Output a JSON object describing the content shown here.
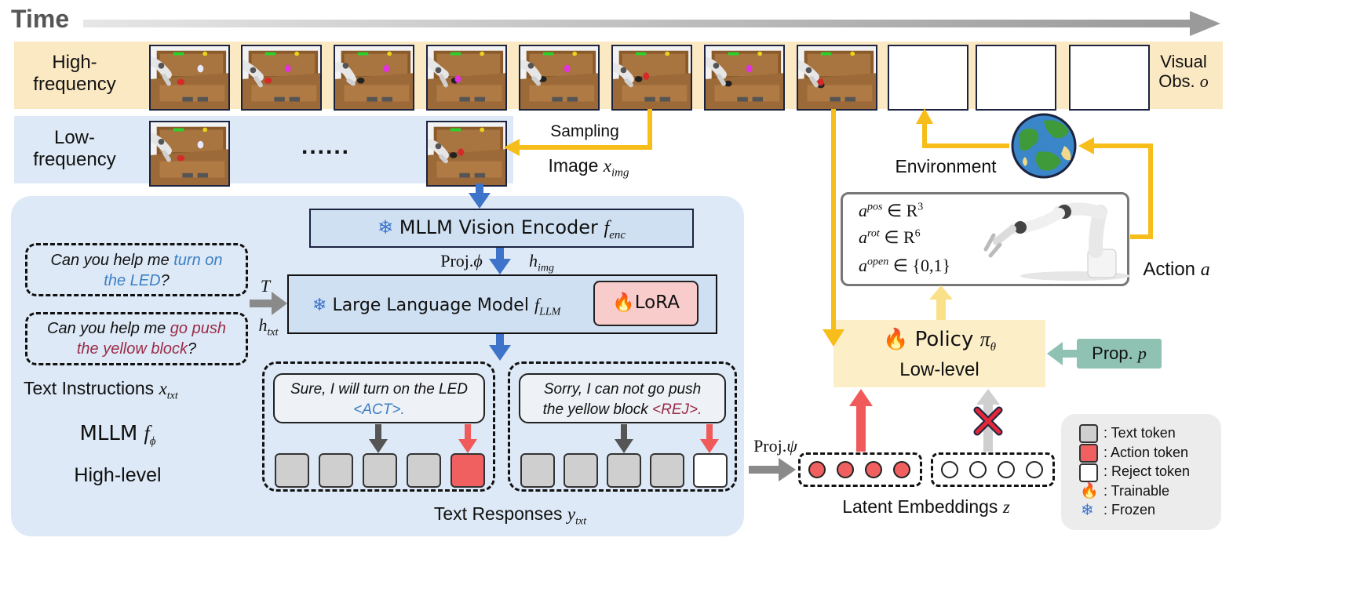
{
  "timeline": {
    "label": "Time"
  },
  "high_frequency": {
    "label_line1": "High-",
    "label_line2": "frequency",
    "frame_count": 8,
    "empty_count": 3
  },
  "visual_obs": {
    "line1": "Visual",
    "line2": "Obs.",
    "symbol": "o"
  },
  "low_frequency": {
    "label_line1": "Low-",
    "label_line2": "frequency",
    "ellipsis": "......"
  },
  "sampling": {
    "label": "Sampling",
    "image_label": "Image",
    "image_symbol": "x",
    "image_sub": "img"
  },
  "mllm": {
    "vision_encoder": "MLLM Vision Encoder",
    "vision_symbol": "f",
    "vision_sub": "enc",
    "proj_phi": "Proj.",
    "phi_symbol": "ϕ",
    "h_img": "h",
    "h_img_sub": "img",
    "llm": "Large Language Model",
    "llm_symbol": "f",
    "llm_sub": "LLM",
    "lora": "LoRA",
    "t_symbol": "T",
    "h_txt": "h",
    "h_txt_sub": "txt"
  },
  "instructions": {
    "q1_pre": "Can you help me ",
    "q1_hl1": "turn on",
    "q1_hl2": "the LED",
    "q1_post": "?",
    "q2_pre": "Can you help me ",
    "q2_hl1": "go push",
    "q2_hl2": "the yellow block",
    "q2_post": "?",
    "caption": "Text Instructions",
    "caption_symbol": "x",
    "caption_sub": "txt"
  },
  "high_level": {
    "mllm_label": "MLLM",
    "mllm_symbol": "f",
    "mllm_sub": "ϕ",
    "level": "High-level"
  },
  "responses": {
    "r1_line1": "Sure, I will turn on the LED",
    "r1_tag": "<ACT>.",
    "r2_line1": "Sorry, I can not go push",
    "r2_line2": "the yellow block ",
    "r2_tag": "<REJ>.",
    "caption": "Text Responses",
    "caption_symbol": "y",
    "caption_sub": "txt"
  },
  "projection": {
    "label": "Proj.",
    "symbol": "ψ"
  },
  "latent": {
    "label": "Latent Embeddings",
    "symbol": "z"
  },
  "policy": {
    "title": "Policy",
    "symbol": "π",
    "sub": "θ",
    "level": "Low-level"
  },
  "proprio": {
    "label": "Prop.",
    "symbol": "p"
  },
  "action": {
    "pos_a": "a",
    "pos_sup": "pos",
    "pos_set": "∈ R",
    "pos_dim": "3",
    "rot_a": "a",
    "rot_sup": "rot",
    "rot_set": "∈ R",
    "rot_dim": "6",
    "open_a": "a",
    "open_sup": "open",
    "open_set": "∈ {0,1}",
    "label": "Action",
    "symbol": "a"
  },
  "environment": {
    "label": "Environment"
  },
  "legend": {
    "items": [
      {
        "name": "text",
        "label": "Text token"
      },
      {
        "name": "action",
        "label": "Action token"
      },
      {
        "name": "reject",
        "label": "Reject token"
      },
      {
        "name": "trainable",
        "label": "Trainable"
      },
      {
        "name": "frozen",
        "label": "Frozen"
      }
    ],
    "sep": ":"
  },
  "colors": {
    "yellow_band": "#fbe9c3",
    "blue_panel": "#dde9f6",
    "encoder_fill": "#cfe0f2",
    "lora_fill": "#f9cccc",
    "policy_fill": "#fcefc8",
    "prop_fill": "#8fc2b2",
    "arrow_yellow": "#f7bd1b",
    "arrow_blue": "#3d73c9",
    "arrow_red": "#f05a5a",
    "arrow_grey": "#8a8a8a",
    "action_token": "#f06060",
    "text_token": "#cfcfcf",
    "highlight_blue": "#3a7fc4",
    "highlight_wine": "#9b2a48"
  }
}
